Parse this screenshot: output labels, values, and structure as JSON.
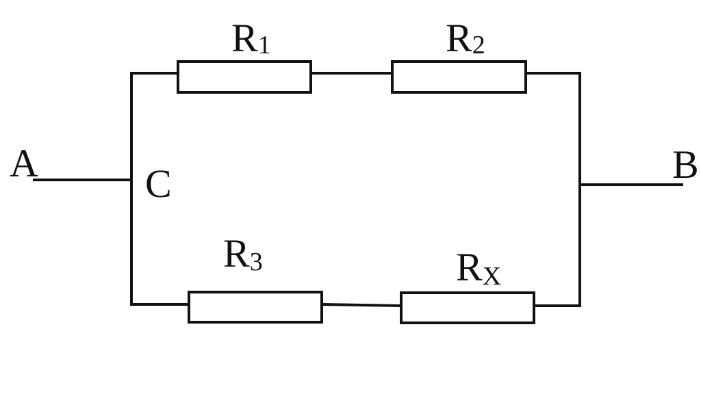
{
  "diagram": {
    "type": "circuit",
    "nodes": {
      "a": "A",
      "b": "B",
      "c": "C"
    },
    "resistors": {
      "r1": {
        "letter": "R",
        "sub": "1"
      },
      "r2": {
        "letter": "R",
        "sub": "2"
      },
      "r3": {
        "letter": "R",
        "sub": "3"
      },
      "rx": {
        "letter": "R",
        "sub": "X"
      }
    },
    "colors": {
      "line": "#111111",
      "background": "#ffffff"
    }
  }
}
